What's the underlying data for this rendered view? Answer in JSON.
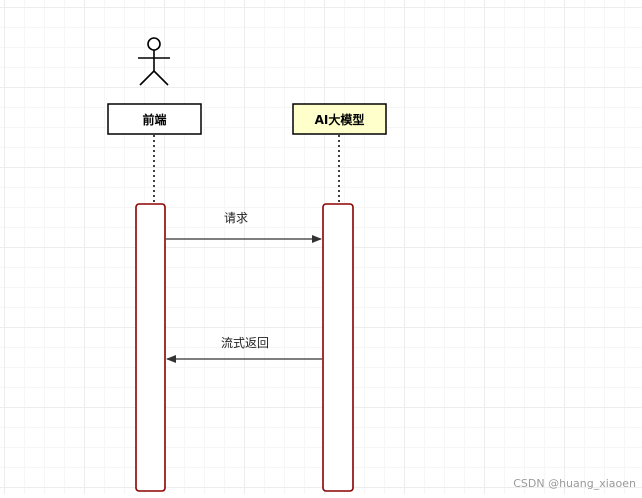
{
  "participants": {
    "frontend": {
      "label": "前端",
      "fill": "#ffffff"
    },
    "model": {
      "label": "AI大模型",
      "fill": "#ffffcc"
    }
  },
  "messages": [
    {
      "label": "请求",
      "from": "前端",
      "to": "AI大模型"
    },
    {
      "label": "流式返回",
      "from": "AI大模型",
      "to": "前端"
    }
  ],
  "watermark": "CSDN @huang_xiaoen",
  "colors": {
    "activation_border": "#8b0000",
    "line": "#333333",
    "grid": "#ededed"
  }
}
